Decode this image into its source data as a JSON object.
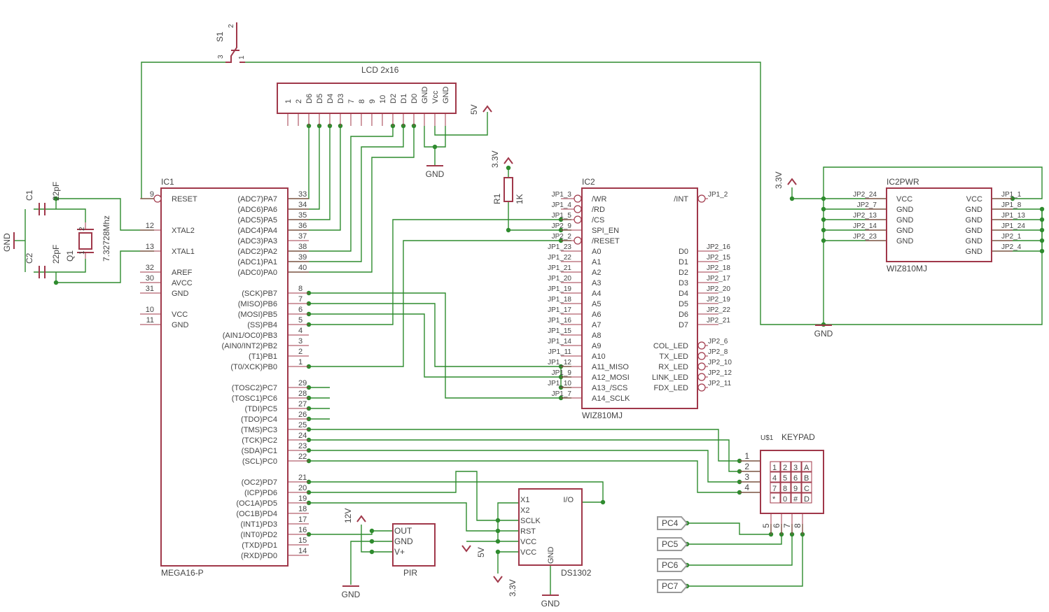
{
  "components": {
    "ic1": {
      "name": "IC1",
      "value": "MEGA16-P",
      "left": [
        {
          "num": "9",
          "name": "RESET"
        },
        {
          "num": "12",
          "name": "XTAL2"
        },
        {
          "num": "13",
          "name": "XTAL1"
        },
        {
          "num": "32",
          "name": "AREF"
        },
        {
          "num": "30",
          "name": "AVCC"
        },
        {
          "num": "31",
          "name": "GND"
        },
        {
          "num": "10",
          "name": "VCC"
        },
        {
          "num": "11",
          "name": "GND"
        }
      ],
      "right": [
        {
          "num": "33",
          "name": "(ADC7)PA7"
        },
        {
          "num": "34",
          "name": "(ADC6)PA6"
        },
        {
          "num": "35",
          "name": "(ADC5)PA5"
        },
        {
          "num": "36",
          "name": "(ADC4)PA4"
        },
        {
          "num": "37",
          "name": "(ADC3)PA3"
        },
        {
          "num": "38",
          "name": "(ADC2)PA2"
        },
        {
          "num": "39",
          "name": "(ADC1)PA1"
        },
        {
          "num": "40",
          "name": "(ADC0)PA0"
        },
        {
          "num": "8",
          "name": "(SCK)PB7"
        },
        {
          "num": "7",
          "name": "(MISO)PB6"
        },
        {
          "num": "6",
          "name": "(MOSI)PB5"
        },
        {
          "num": "5",
          "name": "(SS)PB4"
        },
        {
          "num": "4",
          "name": "(AIN1/OC0)PB3"
        },
        {
          "num": "3",
          "name": "(AIN0/INT2)PB2"
        },
        {
          "num": "2",
          "name": "(T1)PB1"
        },
        {
          "num": "1",
          "name": "(T0/XCK)PB0"
        },
        {
          "num": "29",
          "name": "(TOSC2)PC7"
        },
        {
          "num": "28",
          "name": "(TOSC1)PC6"
        },
        {
          "num": "27",
          "name": "(TDI)PC5"
        },
        {
          "num": "26",
          "name": "(TDO)PC4"
        },
        {
          "num": "25",
          "name": "(TMS)PC3"
        },
        {
          "num": "24",
          "name": "(TCK)PC2"
        },
        {
          "num": "23",
          "name": "(SDA)PC1"
        },
        {
          "num": "22",
          "name": "(SCL)PC0"
        },
        {
          "num": "21",
          "name": "(OC2)PD7"
        },
        {
          "num": "20",
          "name": "(ICP)PD6"
        },
        {
          "num": "19",
          "name": "(OC1A)PD5"
        },
        {
          "num": "18",
          "name": "(OC1B)PD4"
        },
        {
          "num": "17",
          "name": "(INT1)PD3"
        },
        {
          "num": "16",
          "name": "(INT0)PD2"
        },
        {
          "num": "15",
          "name": "(TXD)PD1"
        },
        {
          "num": "14",
          "name": "(RXD)PD0"
        }
      ]
    },
    "ic2": {
      "name": "IC2",
      "value": "WIZ810MJ",
      "left": [
        {
          "jp": "JP1_3",
          "name": "/WR"
        },
        {
          "jp": "JP1_4",
          "name": "/RD"
        },
        {
          "jp": "JP1_5",
          "name": "/CS"
        },
        {
          "jp": "JP2_9",
          "name": "SPI_EN"
        },
        {
          "jp": "JP2_2",
          "name": "/RESET"
        },
        {
          "jp": "JP1_23",
          "name": "A0"
        },
        {
          "jp": "JP1_22",
          "name": "A1"
        },
        {
          "jp": "JP1_21",
          "name": "A2"
        },
        {
          "jp": "JP1_20",
          "name": "A3"
        },
        {
          "jp": "JP1_19",
          "name": "A4"
        },
        {
          "jp": "JP1_18",
          "name": "A5"
        },
        {
          "jp": "JP1_17",
          "name": "A6"
        },
        {
          "jp": "JP1_16",
          "name": "A7"
        },
        {
          "jp": "JP1_15",
          "name": "A8"
        },
        {
          "jp": "JP1_14",
          "name": "A9"
        },
        {
          "jp": "JP1_11",
          "name": "A10"
        },
        {
          "jp": "JP1_12",
          "name": "A11_MISO"
        },
        {
          "jp": "JP1_9",
          "name": "A12_MOSI"
        },
        {
          "jp": "JP1_10",
          "name": "A13_/SCS"
        },
        {
          "jp": "JP1_7",
          "name": "A14_SCLK"
        }
      ],
      "right_top": {
        "jp": "JP1_2",
        "name": "/INT"
      },
      "right": [
        {
          "jp": "JP2_16",
          "name": "D0"
        },
        {
          "jp": "JP2_15",
          "name": "D1"
        },
        {
          "jp": "JP2_18",
          "name": "D2"
        },
        {
          "jp": "JP2_17",
          "name": "D3"
        },
        {
          "jp": "JP2_20",
          "name": "D4"
        },
        {
          "jp": "JP2_19",
          "name": "D5"
        },
        {
          "jp": "JP2_22",
          "name": "D6"
        },
        {
          "jp": "JP2_21",
          "name": "D7"
        }
      ],
      "right_led": [
        {
          "jp": "JP2_6",
          "name": "COL_LED"
        },
        {
          "jp": "JP2_8",
          "name": "TX_LED"
        },
        {
          "jp": "JP2_10",
          "name": "RX_LED"
        },
        {
          "jp": "JP2_12",
          "name": "LINK_LED"
        },
        {
          "jp": "JP2_11",
          "name": "FDX_LED"
        }
      ]
    },
    "ic2pwr": {
      "name": "IC2PWR",
      "value": "WIZ810MJ",
      "left": [
        {
          "jp": "JP2_24",
          "name": "VCC"
        },
        {
          "jp": "JP2_7",
          "name": "GND"
        },
        {
          "jp": "JP2_13",
          "name": "GND"
        },
        {
          "jp": "JP2_14",
          "name": "GND"
        },
        {
          "jp": "JP2_23",
          "name": "GND"
        }
      ],
      "right": [
        {
          "jp": "JP1_1",
          "name": "VCC"
        },
        {
          "jp": "JP1_8",
          "name": "GND"
        },
        {
          "jp": "JP1_13",
          "name": "GND"
        },
        {
          "jp": "JP1_24",
          "name": "GND"
        },
        {
          "jp": "JP2_1",
          "name": "GND"
        },
        {
          "jp": "JP2_4",
          "name": "GND"
        }
      ]
    },
    "lcd": {
      "name": "LCD 2x16",
      "pins": [
        "1",
        "2",
        "D6",
        "D5",
        "D4",
        "D3",
        "7",
        "8",
        "9",
        "10",
        "D2",
        "D1",
        "D0",
        "GND",
        "Vcc",
        "GND"
      ]
    },
    "ds1302": {
      "value": "DS1302",
      "left": [
        "X1",
        "X2",
        "SCLK",
        "RST",
        "VCC",
        "VCC"
      ],
      "right": "I/O",
      "bottom": "GND"
    },
    "pir": {
      "value": "PIR",
      "pins": [
        "OUT",
        "GND",
        "V+"
      ]
    },
    "keypad": {
      "name": "U$1",
      "value": "KEYPAD",
      "keys": [
        "1",
        "2",
        "3",
        "A",
        "4",
        "5",
        "6",
        "B",
        "7",
        "8",
        "9",
        "C",
        "*",
        "0",
        "#",
        "D"
      ],
      "pins_left": [
        "1",
        "2",
        "3",
        "4"
      ],
      "pins_bottom": [
        "5",
        "6",
        "7",
        "8"
      ]
    },
    "s1": {
      "name": "S1",
      "pins": [
        "1",
        "2",
        "3"
      ]
    },
    "c1": {
      "name": "C1",
      "value": "22pF"
    },
    "c2": {
      "name": "C2",
      "value": "22pF"
    },
    "q1": {
      "name": "Q1",
      "value": "7.32728Mhz",
      "pins": [
        "1",
        "2"
      ]
    },
    "r1": {
      "name": "R1",
      "value": "1K"
    }
  },
  "supplies": {
    "v5": "5V",
    "v33": "3.3V",
    "v12": "12V",
    "gnd": "GND"
  },
  "flags": [
    "PC4",
    "PC5",
    "PC6",
    "PC7"
  ]
}
